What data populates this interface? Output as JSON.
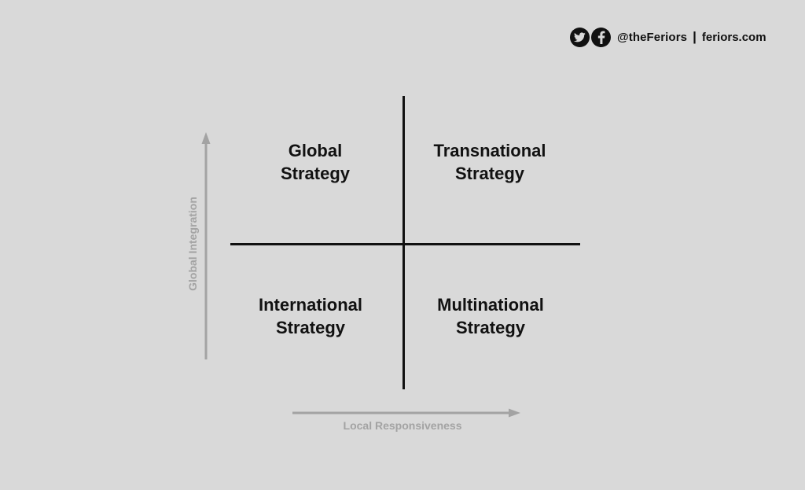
{
  "brand": {
    "icons": [
      "twitter-icon",
      "facebook-icon"
    ],
    "handle": "@theFeriors",
    "separator": "|",
    "site": "feriors.com"
  },
  "matrix": {
    "top_left": {
      "line1": "Global",
      "line2": "Strategy"
    },
    "top_right": {
      "line1": "Transnational",
      "line2": "Strategy"
    },
    "bottom_left": {
      "line1": "International",
      "line2": "Strategy"
    },
    "bottom_right": {
      "line1": "Multinational",
      "line2": "Strategy"
    }
  },
  "axes": {
    "y_label": "Global Integration",
    "x_label": "Local Responsiveness"
  },
  "colors": {
    "background": "#d9d9d9",
    "ink": "#111111",
    "axis": "#a3a3a3"
  }
}
